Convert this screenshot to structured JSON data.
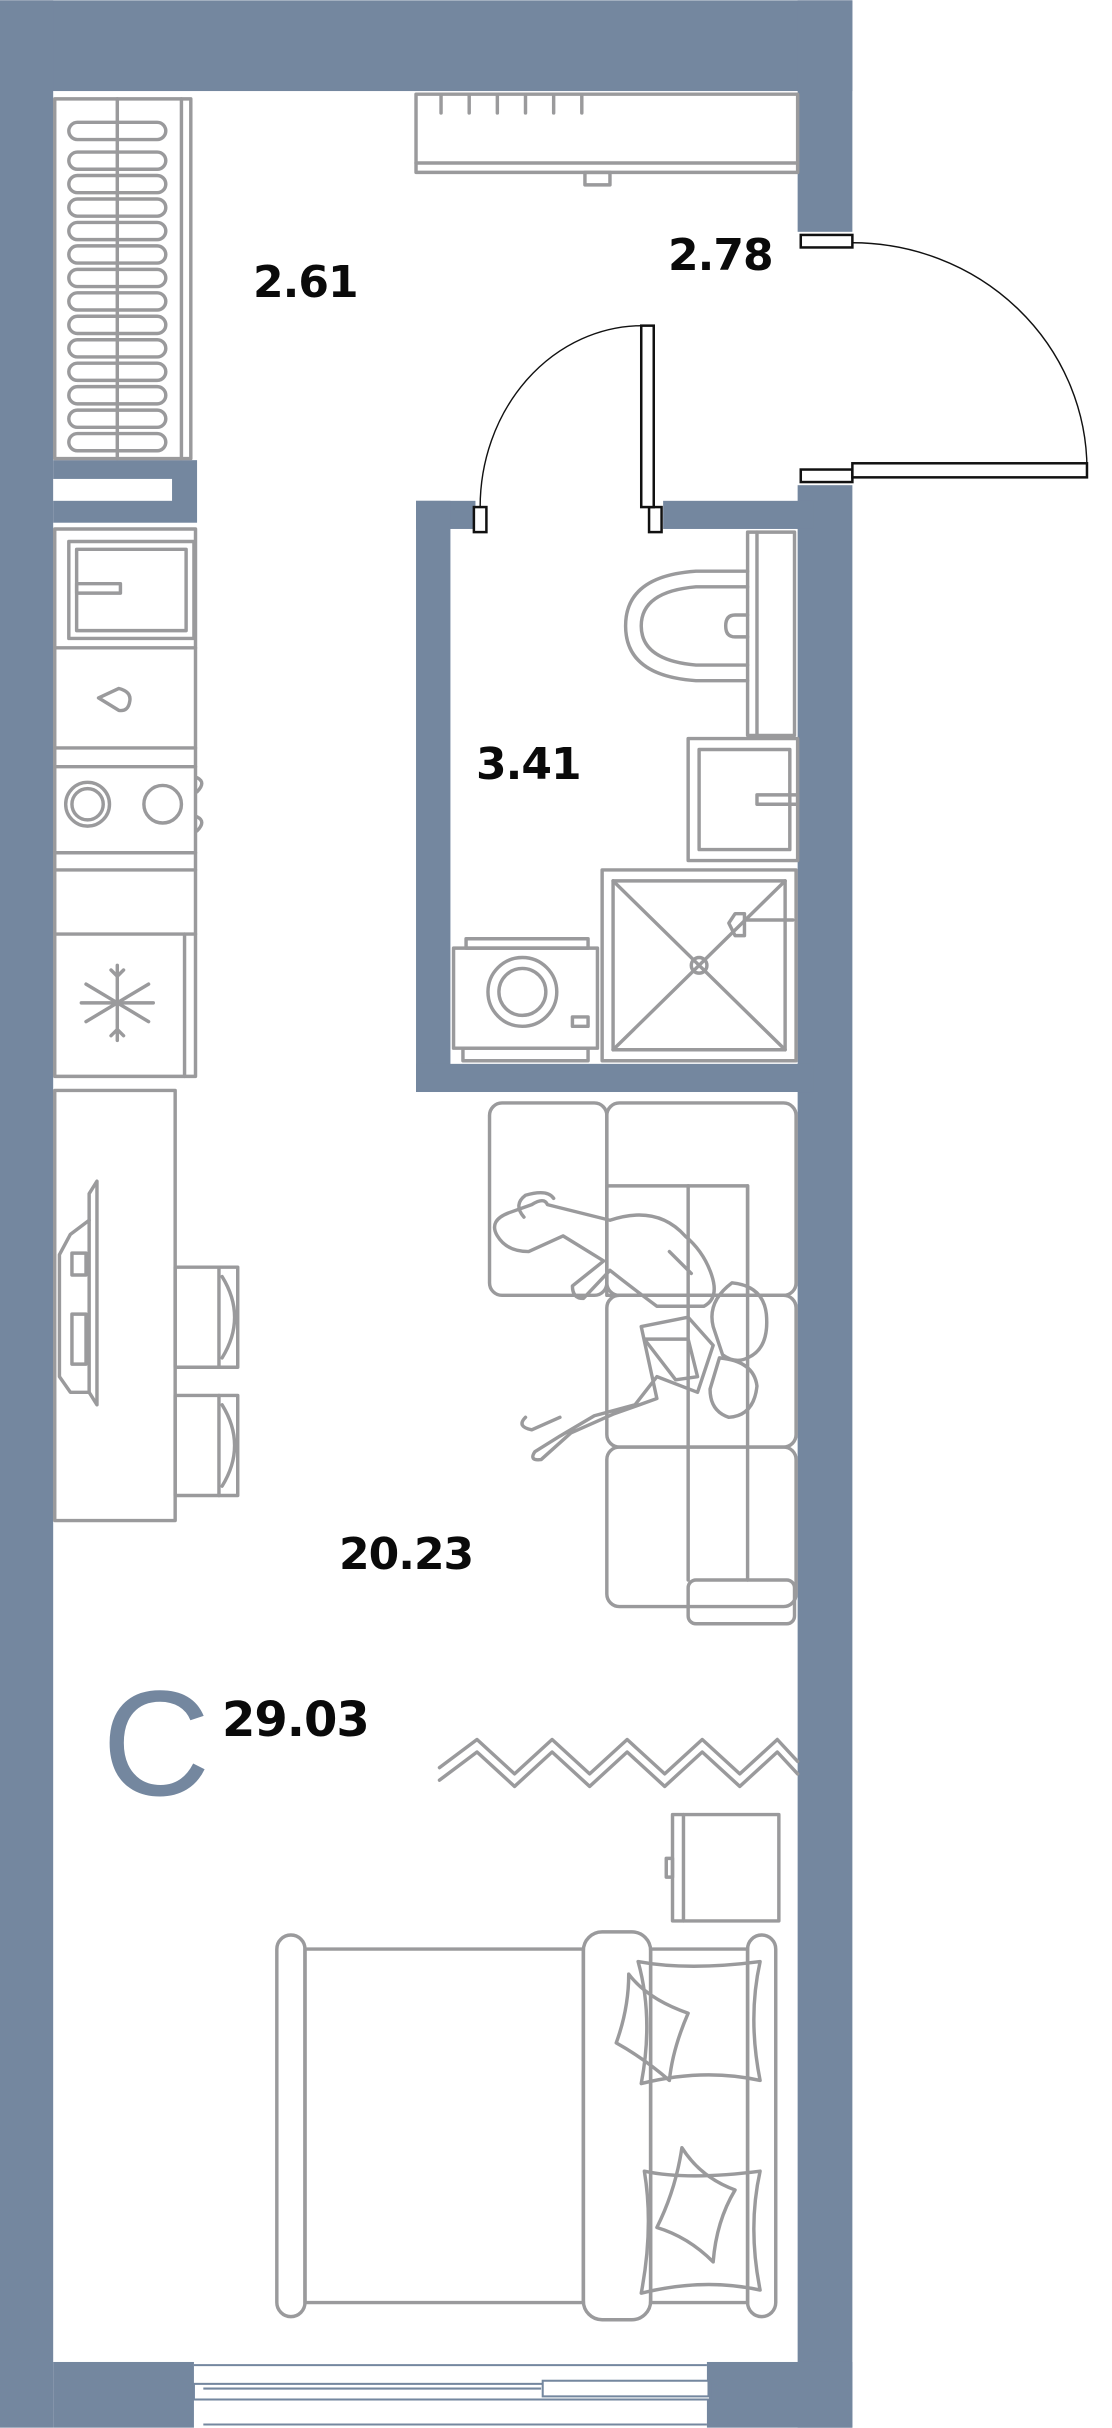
{
  "plan": {
    "unit_type_letter": "C",
    "total_area": "29.03",
    "rooms": [
      {
        "id": "hall",
        "label": "2.61"
      },
      {
        "id": "entry",
        "label": "2.78"
      },
      {
        "id": "bathroom",
        "label": "3.41"
      },
      {
        "id": "living",
        "label": "20.23"
      }
    ],
    "colors": {
      "wall": "#74879f",
      "furniture": "#9a9a9c",
      "door": "#111111",
      "text": "#0a0a0a"
    }
  }
}
